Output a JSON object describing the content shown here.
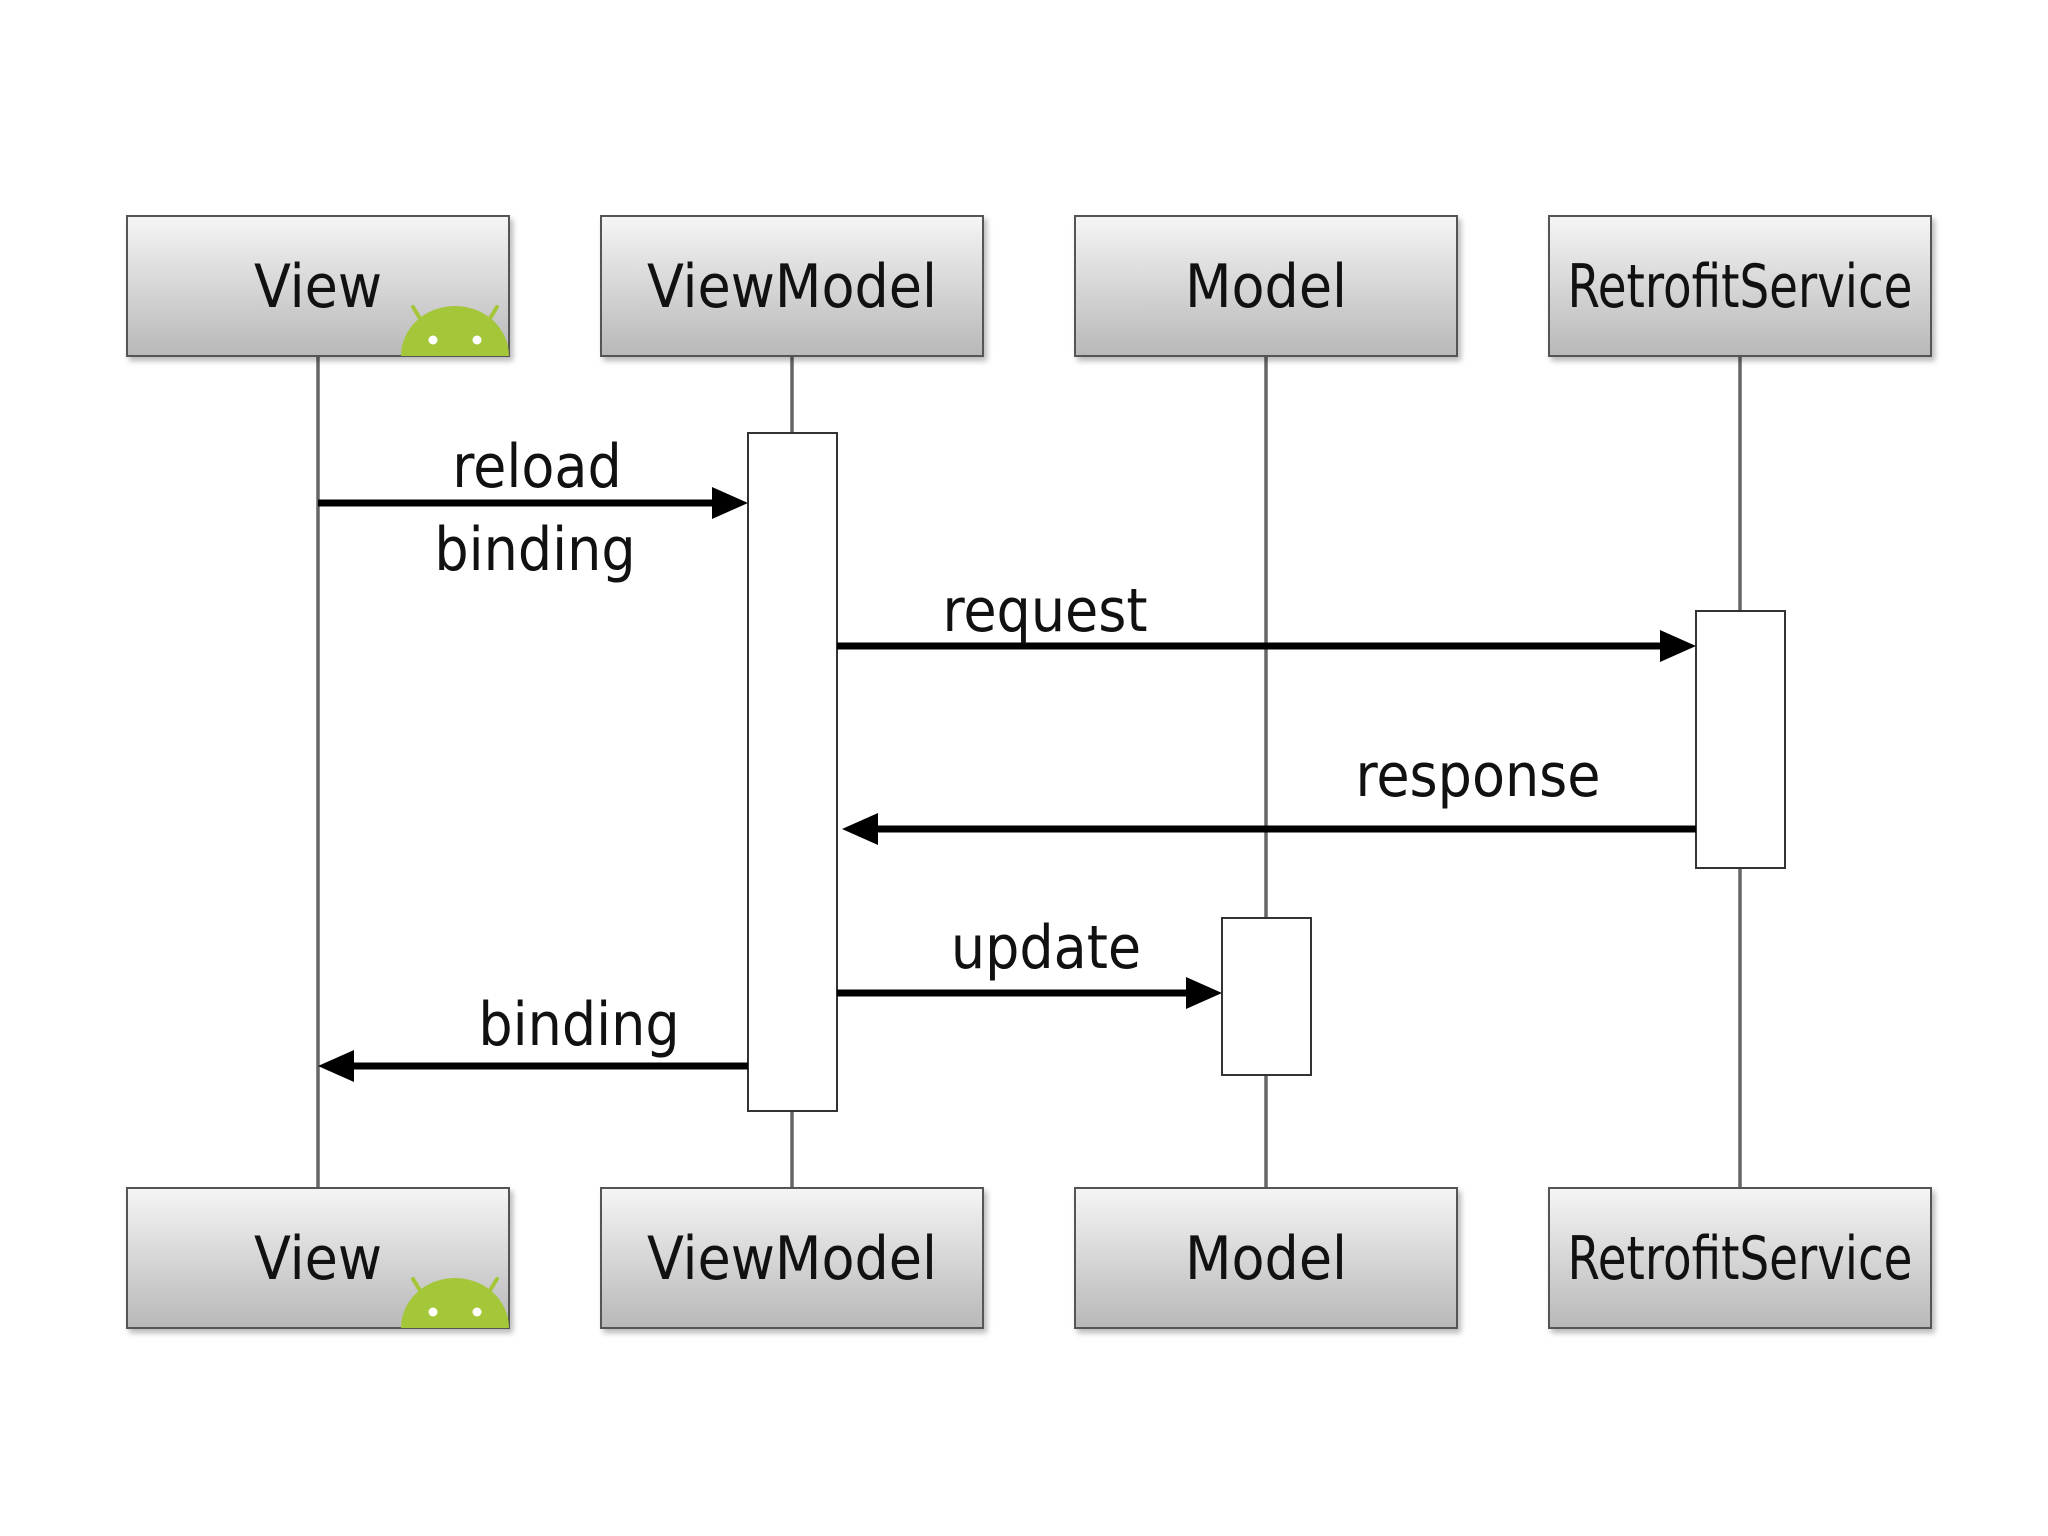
{
  "diagram": {
    "participants": [
      {
        "id": "view",
        "label": "View",
        "icon": "android-icon"
      },
      {
        "id": "viewmodel",
        "label": "ViewModel"
      },
      {
        "id": "model",
        "label": "Model"
      },
      {
        "id": "retrofit",
        "label": "RetrofitService"
      }
    ],
    "messages": [
      {
        "label": "reload",
        "from": "View",
        "to": "ViewModel"
      },
      {
        "label": "binding",
        "from": "View",
        "to": "ViewModel"
      },
      {
        "label": "request",
        "from": "ViewModel",
        "to": "RetrofitService"
      },
      {
        "label": "response",
        "from": "RetrofitService",
        "to": "ViewModel"
      },
      {
        "label": "update",
        "from": "ViewModel",
        "to": "Model"
      },
      {
        "label": "binding",
        "from": "ViewModel",
        "to": "View"
      }
    ],
    "colors": {
      "box_top": "#f4f4f4",
      "box_bottom": "#b9b9b9",
      "android_green": "#a4c639",
      "arrow": "#000000"
    }
  }
}
